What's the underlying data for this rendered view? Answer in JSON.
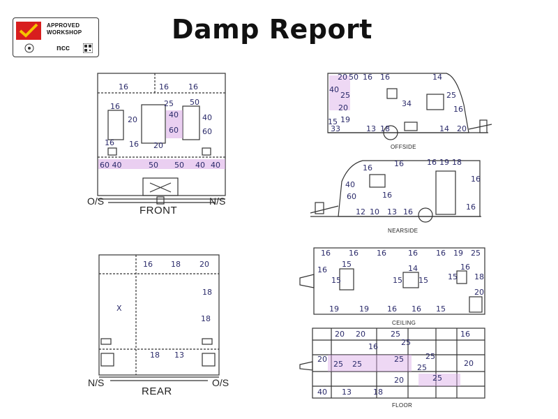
{
  "header": {
    "title": "Damp Report"
  },
  "badge": {
    "line1": "APPROVED",
    "line2": "WORKSHOP",
    "org": "ncc"
  },
  "labels": {
    "front": "FRONT",
    "rear": "REAR",
    "os": "O/S",
    "ns": "N/S",
    "offside": "OFFSIDE",
    "nearside": "NEARSIDE",
    "ceiling": "CEILING",
    "floor": "FLOOR"
  },
  "readings": {
    "front": [
      "16",
      "16",
      "16",
      "16",
      "25",
      "50",
      "20",
      "40",
      "40",
      "60",
      "60",
      "16",
      "16",
      "20",
      "60 40",
      "50",
      "50",
      "40",
      "40"
    ],
    "rear": [
      "16",
      "18",
      "20",
      "18",
      "18",
      "18",
      "13",
      "X"
    ],
    "offside": [
      "20",
      "50",
      "16",
      "16",
      "14",
      "40",
      "25",
      "34",
      "25",
      "16",
      "20",
      "19",
      "15",
      "33",
      "13",
      "18",
      "14",
      "20"
    ],
    "nearside": [
      "16",
      "16",
      "16",
      "19",
      "18",
      "16",
      "40",
      "60",
      "16",
      "12",
      "10",
      "13",
      "16",
      "16"
    ],
    "ceiling": [
      "16",
      "16",
      "16",
      "16",
      "16",
      "19",
      "25",
      "16",
      "15",
      "15",
      "14",
      "15",
      "16",
      "15",
      "15",
      "18",
      "19",
      "19",
      "16",
      "16",
      "15",
      "20"
    ],
    "floor": [
      "20",
      "20",
      "25",
      "25",
      "16",
      "16",
      "20",
      "25",
      "25",
      "25",
      "25",
      "20",
      "25",
      "20",
      "25",
      "18",
      "40",
      "13"
    ]
  },
  "colors": {
    "ink": "#2a2a6a",
    "highlight": "#d9a8e6"
  }
}
